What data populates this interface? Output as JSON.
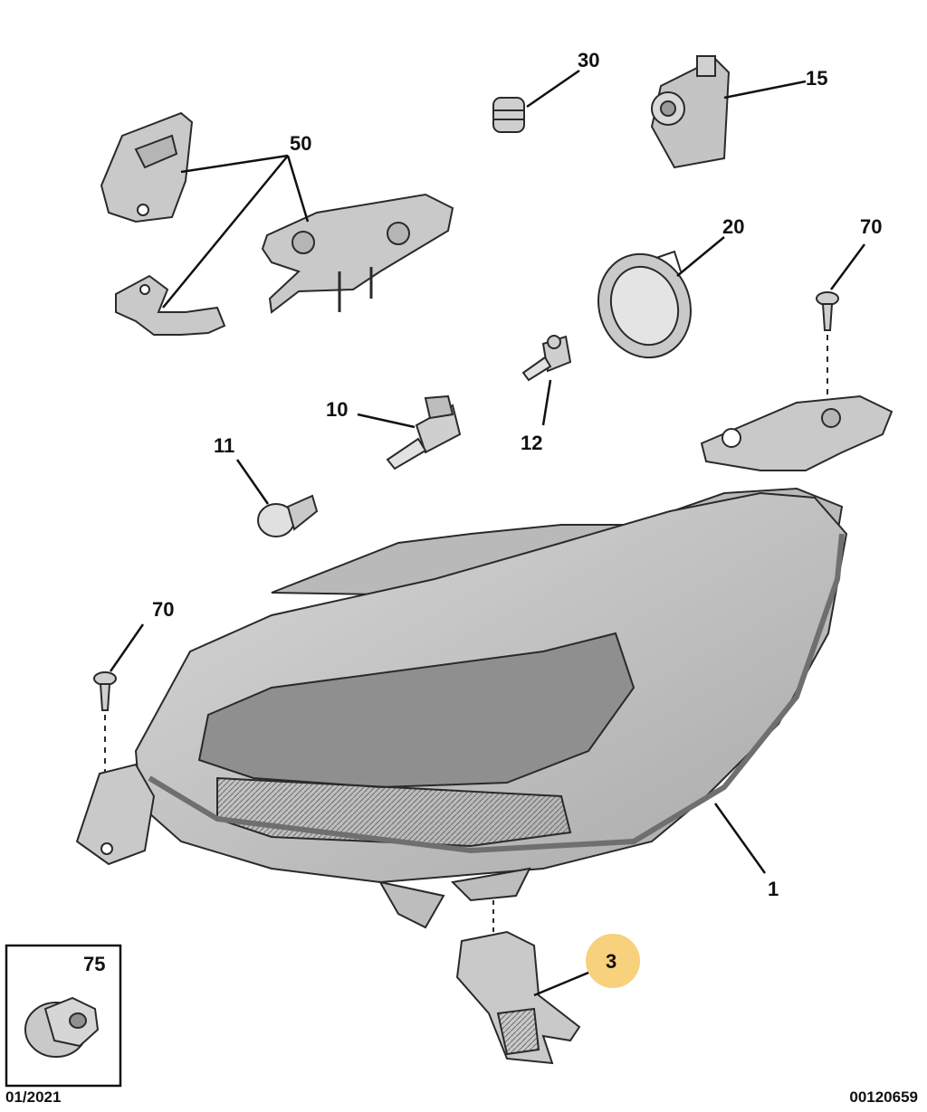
{
  "diagram": {
    "part_numbers": {
      "p1": "1",
      "p3": "3",
      "p10": "10",
      "p11": "11",
      "p12": "12",
      "p15": "15",
      "p20": "20",
      "p30": "30",
      "p50": "50",
      "p70_top": "70",
      "p70_left": "70",
      "p75": "75"
    },
    "highlight_color": "#f7d17c",
    "part_fill": "#c9c9c9",
    "outline_color": "#2a2a2a"
  },
  "footer": {
    "date": "01/2021",
    "reference": "00120659"
  }
}
